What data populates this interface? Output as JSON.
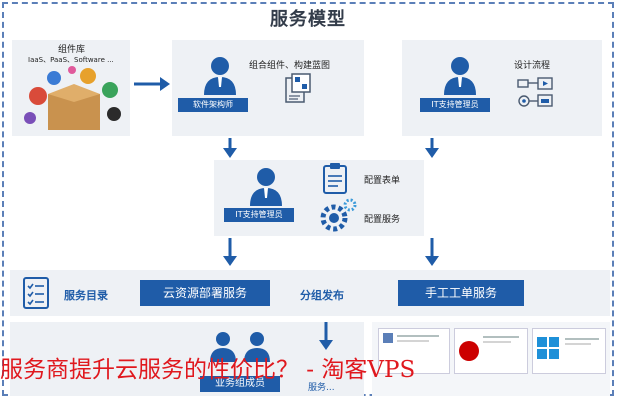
{
  "title": "服务模型",
  "component_lib": {
    "label": "组件库",
    "types": "IaaS、PaaS、Software ..."
  },
  "architect": {
    "task": "组合组件、构建蓝图",
    "role": "软件架构师"
  },
  "designer": {
    "task": "设计流程",
    "role": "IT支持管理员"
  },
  "config": {
    "role": "IT支持管理员",
    "form_label": "配置表单",
    "service_label": "配置服务"
  },
  "band": {
    "catalog_label": "服务目录",
    "deploy_button": "云资源部署服务",
    "group_publish": "分组发布",
    "manual_button": "手工工单服务"
  },
  "bottom": {
    "users_label": "业务组成员",
    "partial_label": "服务..."
  },
  "overlay": {
    "text": "服务商提升云服务的性价比？ - 淘客VPS"
  },
  "colors": {
    "accent": "#1f5ca8",
    "panel": "#eef1f5",
    "overlay": "#e0181e"
  }
}
